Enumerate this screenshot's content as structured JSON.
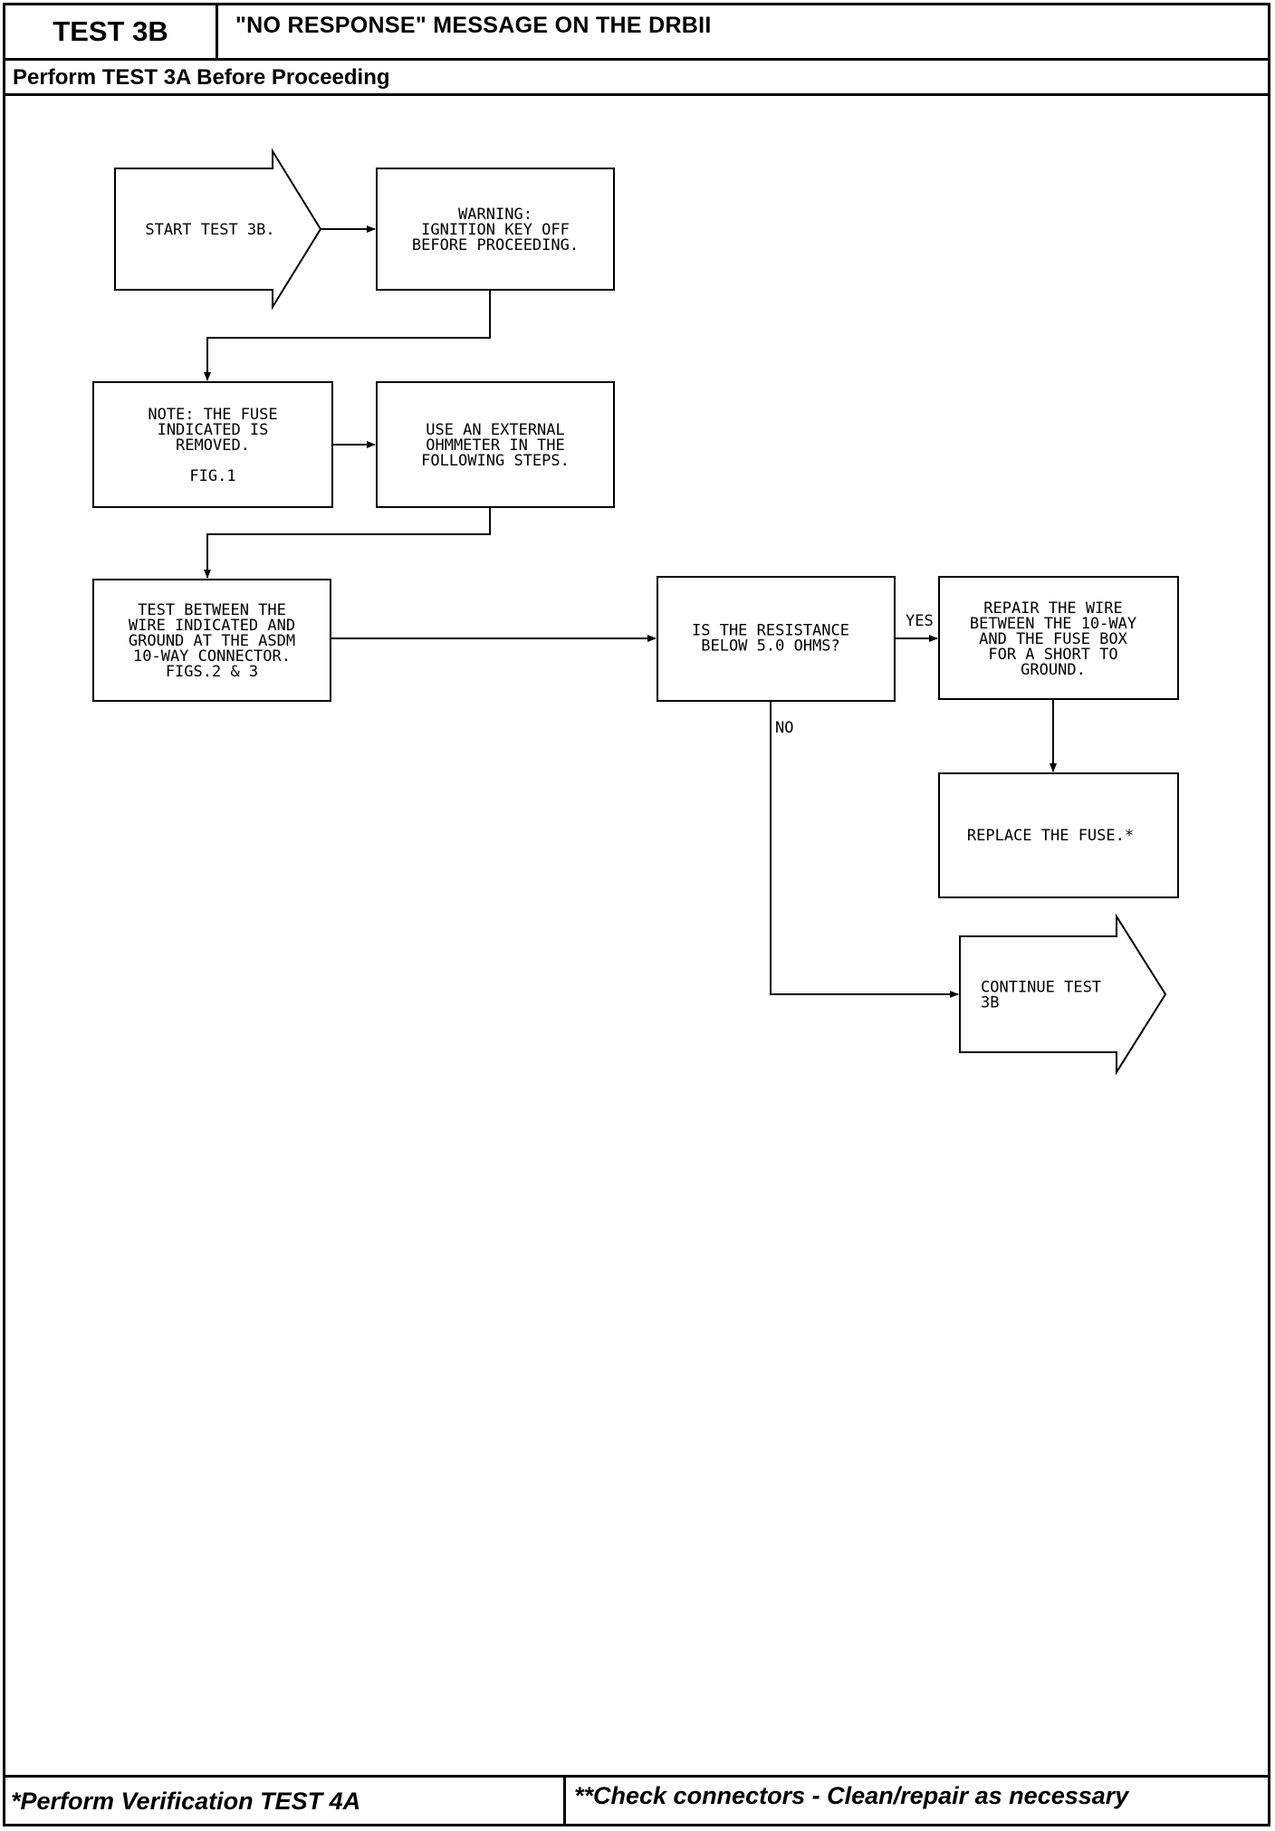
{
  "header": {
    "test_id": "TEST 3B",
    "title": "\"NO RESPONSE\" MESSAGE ON THE DRBII",
    "subtitle": "Perform TEST 3A Before Proceeding"
  },
  "flowchart": {
    "start": [
      "START TEST 3B."
    ],
    "warning": [
      "WARNING:",
      "IGNITION KEY OFF",
      "BEFORE PROCEEDING."
    ],
    "note": [
      "NOTE: THE FUSE",
      "INDICATED IS",
      "REMOVED.",
      "",
      "FIG.1"
    ],
    "ohmmeter": [
      "USE AN EXTERNAL",
      "OHMMETER IN THE",
      "FOLLOWING STEPS."
    ],
    "test_between": [
      "TEST BETWEEN THE",
      "WIRE INDICATED AND",
      "GROUND AT THE ASDM",
      "10-WAY CONNECTOR.",
      "FIGS.2 & 3"
    ],
    "decision": [
      "IS THE RESISTANCE",
      "BELOW 5.0 OHMS?"
    ],
    "yes_label": "YES",
    "no_label": "NO",
    "repair": [
      "REPAIR THE WIRE",
      "BETWEEN THE 10-WAY",
      "AND THE FUSE BOX",
      "FOR A SHORT TO",
      "GROUND."
    ],
    "replace": [
      "REPLACE THE FUSE.*"
    ],
    "continue": [
      "CONTINUE TEST",
      "3B"
    ]
  },
  "footer": {
    "left": "*Perform Verification  TEST 4A",
    "right": "**Check connectors - Clean/repair as necessary"
  }
}
